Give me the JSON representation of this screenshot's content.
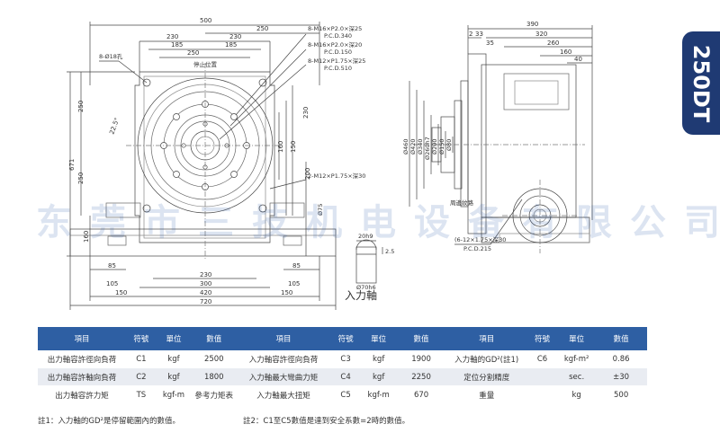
{
  "model": "250DT",
  "watermark": "东莞市三技机电设备有限公司",
  "shaft_caption": "入力軸",
  "front_dims": {
    "d500": "500",
    "d250": "250",
    "d230": "230",
    "d185": "185",
    "d250b": "250",
    "stop": "停止位置",
    "hole18": "8-Ø18孔",
    "h250": "250",
    "h671": "671",
    "h250b": "250",
    "h160": "160",
    "ang": "22.5°",
    "b85": "85",
    "b105": "105",
    "b150": "150",
    "b230": "230",
    "b300": "300",
    "b420": "420",
    "b720": "720",
    "r230": "230",
    "r185": "185",
    "r160": "160",
    "r150": "150",
    "r200": "200",
    "c85": "85",
    "c105": "105",
    "c150": "150"
  },
  "callouts": {
    "a1": "8-M16×P2.0×深25",
    "a1b": "P.C.D.340",
    "a2": "8-M16×P2.0×深20",
    "a2b": "P.C.D.150",
    "a3": "8-M12×P1.75×深25",
    "a3b": "P.C.D.510",
    "a4": "2-M12×P1.75×深30"
  },
  "shaft_dims": {
    "w": "20h9",
    "k": "2.5",
    "d": "Ø70h6",
    "v": "Ø75"
  },
  "side_dims": {
    "t390": "390",
    "t2": "2",
    "t33": "33",
    "t35": "35",
    "t320": "320",
    "t260": "260",
    "t160": "160",
    "t40": "40",
    "d460": "Ø460",
    "d420": "Ø420",
    "d340": "Ø340",
    "d260": "Ø260h7",
    "d200": "Ø200",
    "d150": "Ø150",
    "d80": "Ø80",
    "wire": "周邊紋路",
    "cb": "(6-12×1.75×深30",
    "cbb": "P.C.D.215"
  },
  "table": {
    "headers": [
      "項目",
      "符號",
      "單位",
      "數值",
      "項目",
      "符號",
      "單位",
      "數值",
      "項目",
      "符號",
      "單位",
      "數值"
    ],
    "rows": [
      [
        "出力軸容許徑向負荷",
        "C1",
        "kgf",
        "2500",
        "入力軸容許徑向負荷",
        "C3",
        "kgf",
        "1900",
        "入力軸的GD²(註1)",
        "C6",
        "kgf-m²",
        "0.86"
      ],
      [
        "出力軸容許軸向負荷",
        "C2",
        "kgf",
        "1800",
        "入力軸最大彎曲力矩",
        "C4",
        "kgf",
        "2250",
        "定位分割精度",
        "",
        "sec.",
        "±30"
      ],
      [
        "出力軸容許力矩",
        "TS",
        "kgf-m",
        "參考力矩表",
        "入力軸最大扭矩",
        "C5",
        "kgf-m",
        "670",
        "重量",
        "",
        "kg",
        "500"
      ]
    ]
  },
  "notes": {
    "n1": "註1：入力軸的GD²是停留範圍內的數值。",
    "n2": "註2：C1至C5數值是達到安全系數=2時的數值。"
  }
}
